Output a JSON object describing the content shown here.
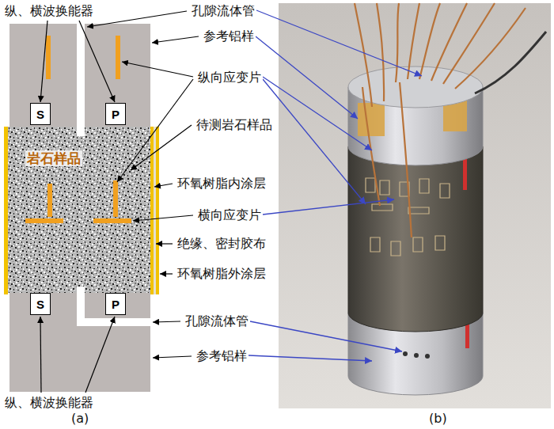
{
  "diagram": {
    "nodes": [
      {
        "text": [
          "S"
        ]
      },
      {
        "text": [
          "P"
        ]
      },
      {
        "text": [
          "岩石样品"
        ]
      },
      {
        "text": [
          "S"
        ]
      },
      {
        "text": [
          "P"
        ]
      }
    ],
    "labels": [
      "纵、横波换能器",
      "孔隙流体管",
      "参考铝样",
      "纵向应变片",
      "待测岩石样品",
      "环氧树脂内涂层",
      "横向应变片",
      "绝缘、密封胶布",
      "环氧树脂外涂层",
      "孔隙流体管",
      "参考铝样",
      "纵、横波换能器",
      "(a)",
      "(b)"
    ]
  }
}
